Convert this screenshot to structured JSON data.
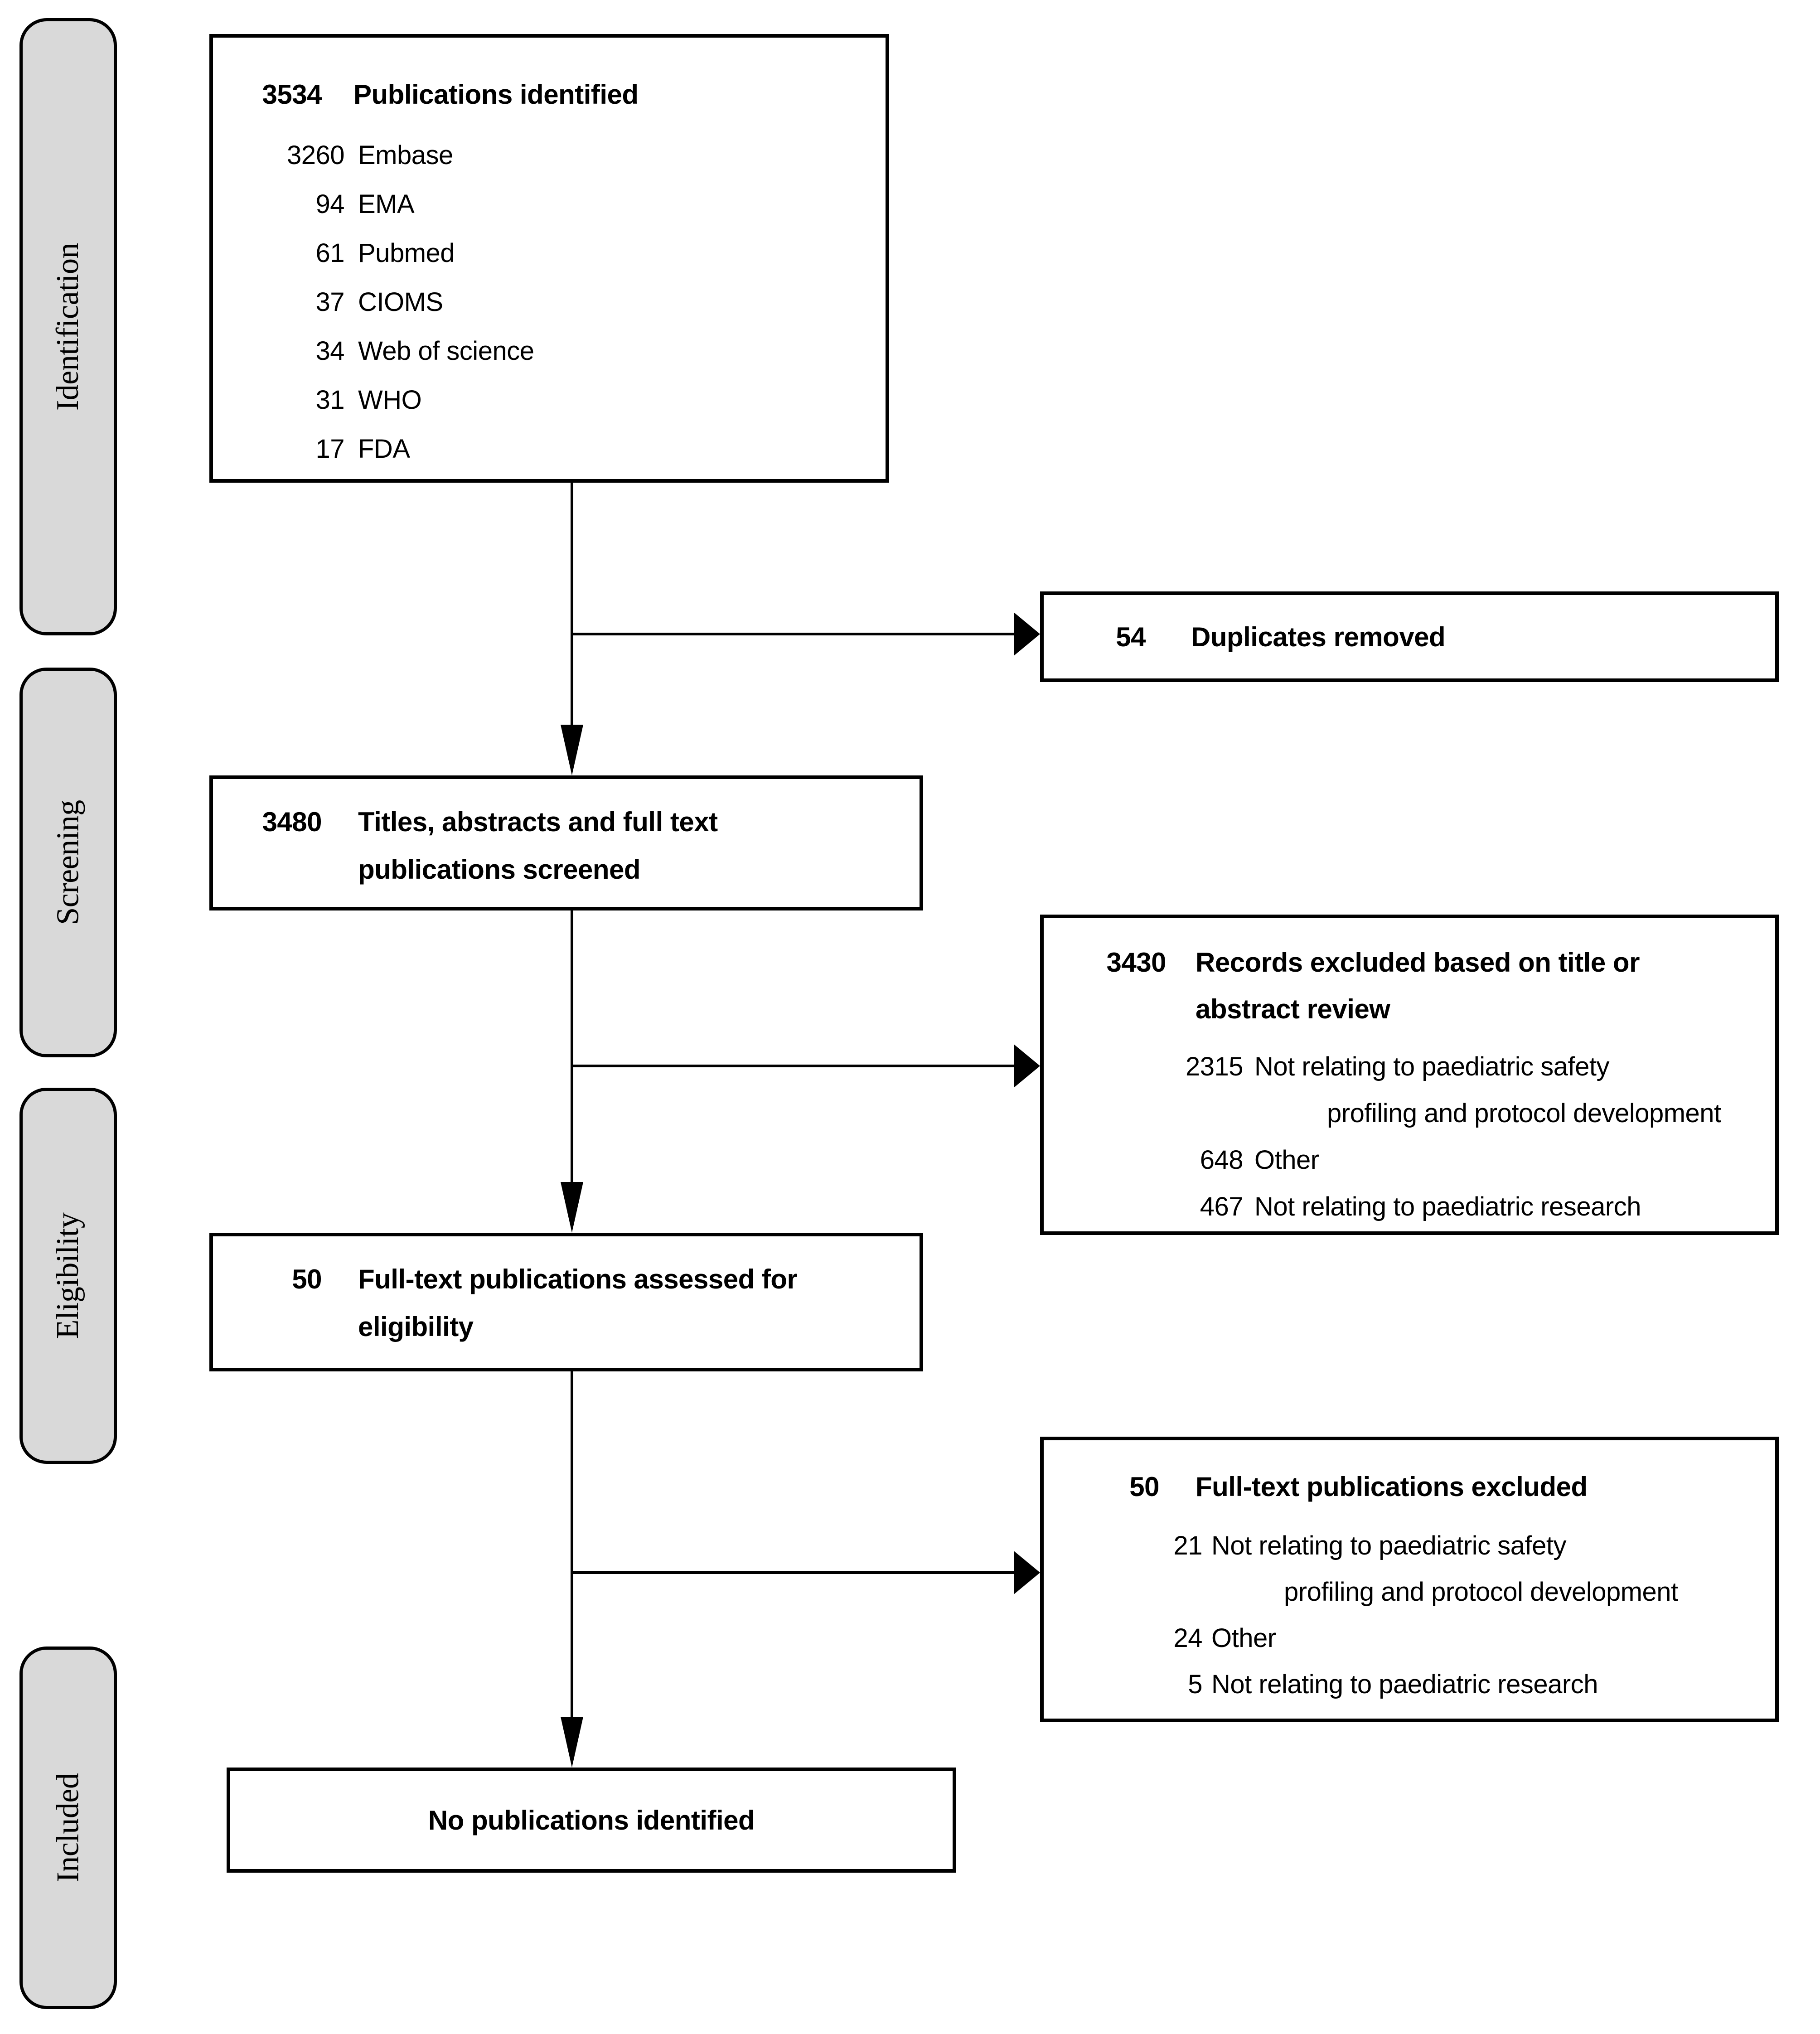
{
  "colors": {
    "stage_fill": "#d9d9d9",
    "box_border": "#000000",
    "text": "#000000",
    "background": "#ffffff"
  },
  "stages": [
    {
      "label": "Identification"
    },
    {
      "label": "Screening"
    },
    {
      "label": "Eligibility"
    },
    {
      "label": "Included"
    }
  ],
  "boxes": {
    "identified": {
      "count": "3534",
      "label": "Publications identified",
      "items": [
        {
          "count": "3260",
          "label": "Embase"
        },
        {
          "count": "94",
          "label": "EMA"
        },
        {
          "count": "61",
          "label": "Pubmed"
        },
        {
          "count": "37",
          "label": "CIOMS"
        },
        {
          "count": "34",
          "label": "Web of science"
        },
        {
          "count": "31",
          "label": "WHO"
        },
        {
          "count": "17",
          "label": "FDA"
        }
      ]
    },
    "duplicates": {
      "count": "54",
      "label": "Duplicates removed"
    },
    "screened": {
      "count": "3480",
      "line1": "Titles, abstracts and full text",
      "line2": "publications screened"
    },
    "records_excluded": {
      "count": "3430",
      "line1": "Records excluded based on title or",
      "line2": "abstract review",
      "items": [
        {
          "count": "2315",
          "line1": "Not relating to paediatric safety",
          "line2": "profiling and protocol development"
        },
        {
          "count": "648",
          "label": "Other"
        },
        {
          "count": "467",
          "label": "Not relating to paediatric research"
        }
      ]
    },
    "assessed": {
      "count": "50",
      "line1": "Full-text publications assessed for",
      "line2": "eligibility"
    },
    "fulltext_excluded": {
      "count": "50",
      "label": "Full-text publications excluded",
      "items": [
        {
          "count": "21",
          "line1": "Not relating to paediatric safety",
          "line2": "profiling and protocol development"
        },
        {
          "count": "24",
          "label": "Other"
        },
        {
          "count": "5",
          "label": "Not relating to paediatric research"
        }
      ]
    },
    "included": {
      "label": "No publications identified"
    }
  }
}
